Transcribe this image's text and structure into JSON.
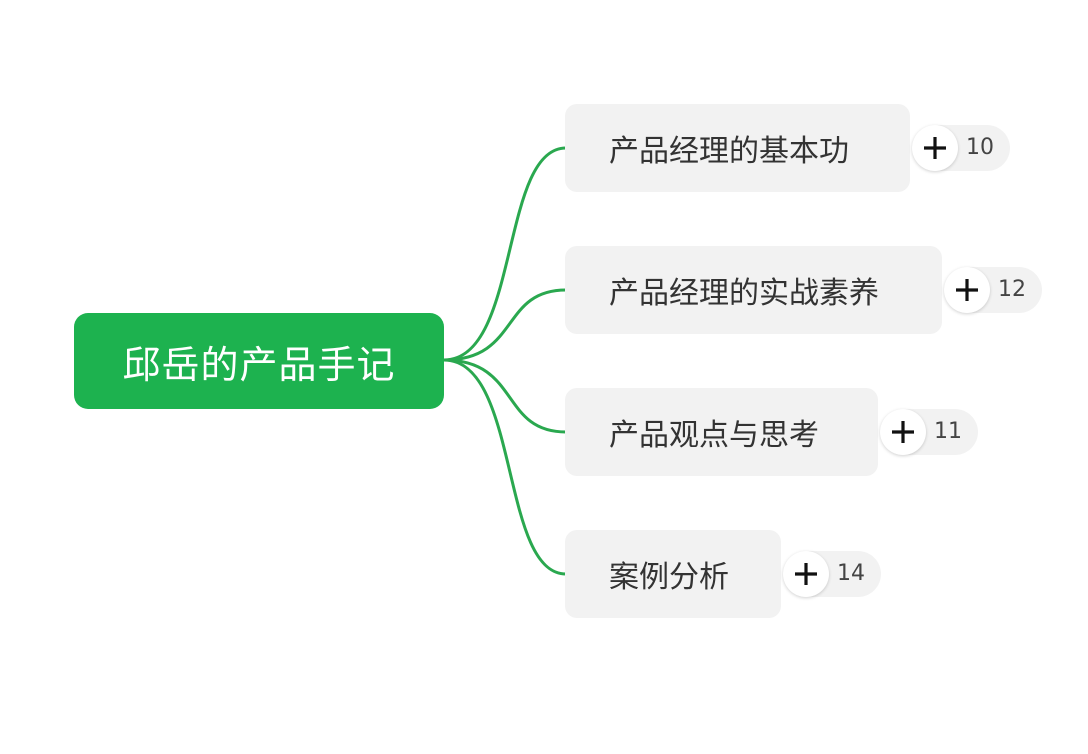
{
  "mindmap": {
    "root": {
      "label": "邱岳的产品手记"
    },
    "branches": [
      {
        "label": "产品经理的基本功",
        "count": "10"
      },
      {
        "label": "产品经理的实战素养",
        "count": "12"
      },
      {
        "label": "产品观点与思考",
        "count": "11"
      },
      {
        "label": "案例分析",
        "count": "14"
      }
    ]
  },
  "colors": {
    "root_fill": "#1db24f",
    "connector": "#2aa84f",
    "branch_fill": "#f2f2f2"
  },
  "icons": {
    "expand": "plus-icon"
  }
}
